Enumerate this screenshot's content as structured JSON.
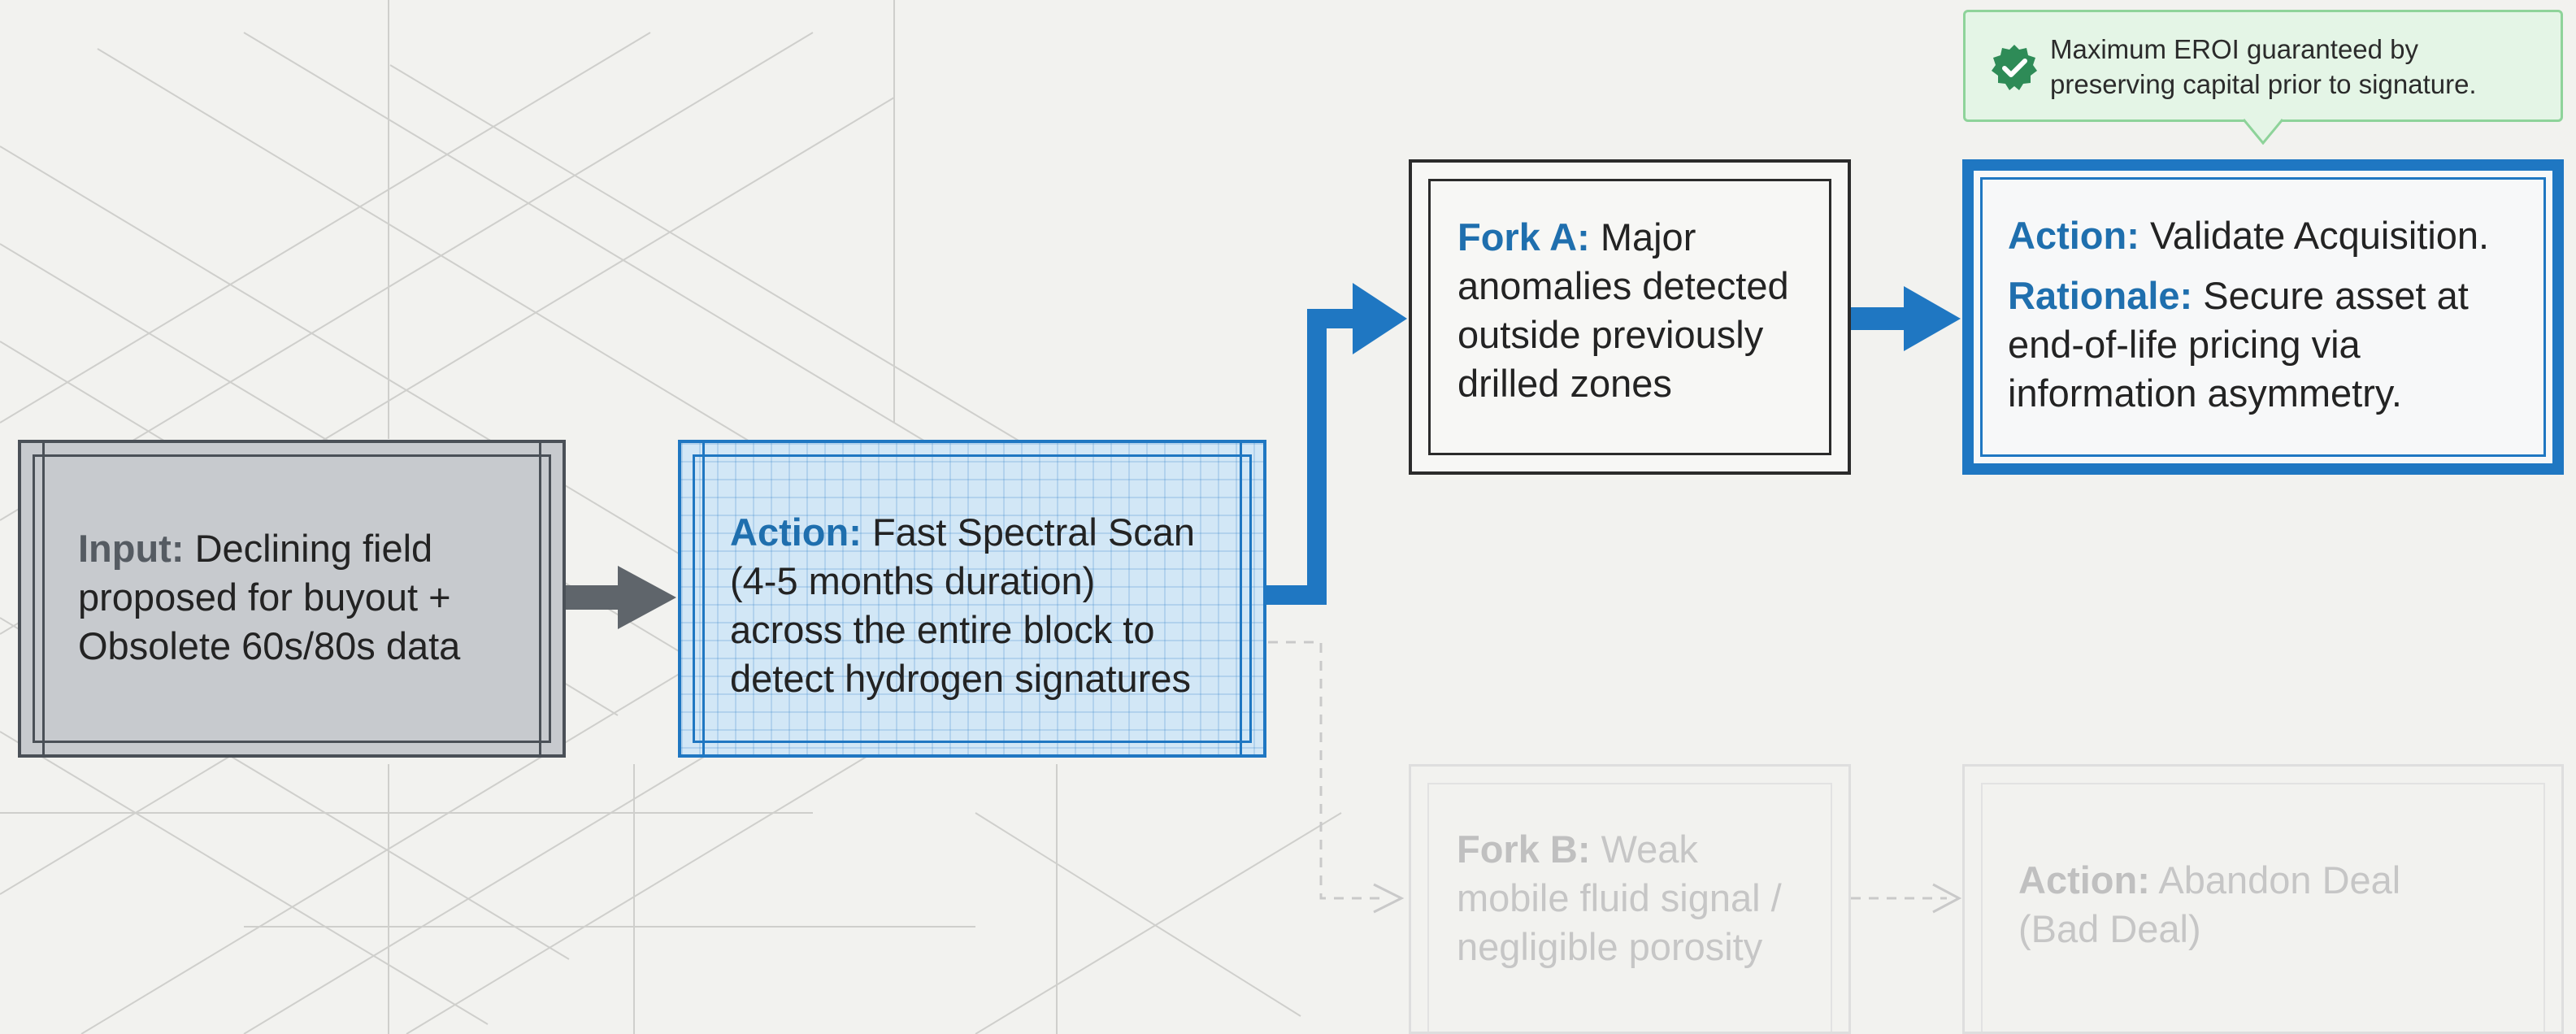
{
  "nodes": {
    "input": {
      "label": "Input:",
      "lines": [
        "Declining field",
        "proposed for buyout +",
        "Obsolete 60s/80s data"
      ]
    },
    "scan_action": {
      "label": "Action:",
      "lines": [
        "Fast Spectral Scan",
        "(4-5 months duration)",
        "across the entire block to",
        "detect hydrogen signatures"
      ]
    },
    "fork_a": {
      "label": "Fork A:",
      "lines": [
        "Major",
        "anomalies detected",
        "outside previously",
        "drilled zones"
      ]
    },
    "validate_action": {
      "label": "Action:",
      "text": "Validate Acquisition.",
      "rationale_label": "Rationale:",
      "rationale_lines": [
        "Secure asset at",
        "end-of-life pricing via",
        "information asymmetry."
      ]
    },
    "fork_b": {
      "label": "Fork B:",
      "lines": [
        "Weak",
        "mobile fluid signal /",
        "negligible porosity"
      ]
    },
    "abandon_action": {
      "label": "Action:",
      "lines": [
        "Abandon Deal",
        "(Bad Deal)"
      ]
    }
  },
  "callout": {
    "icon": "check-badge-icon",
    "lines": [
      "Maximum EROI guaranteed by",
      "preserving capital prior to signature."
    ]
  },
  "colors": {
    "accent_blue": "#1f77c2",
    "label_blue": "#1f6fae",
    "input_grey": "#c7cace",
    "arrow_grey": "#5f656b",
    "callout_green": "#2e8b57",
    "faded": "#c6c6c6"
  }
}
